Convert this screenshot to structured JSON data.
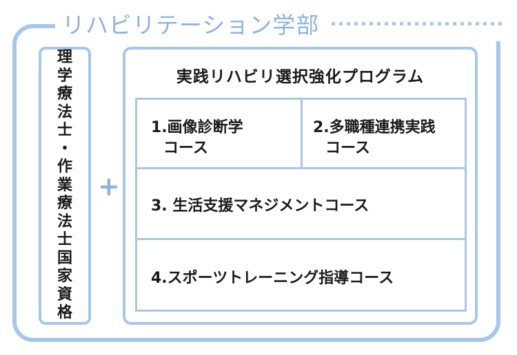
{
  "header": {
    "title": "リハビリテーション学部"
  },
  "qualification": {
    "lines": [
      "理",
      "学",
      "療",
      "法",
      "士",
      "・",
      "作",
      "業",
      "療",
      "法",
      "士",
      "国",
      "家",
      "資",
      "格"
    ]
  },
  "plus_sign": "+",
  "program": {
    "title": "実践リハビリ選択強化プログラム",
    "courses": [
      {
        "line1": "1.画像診断学",
        "line2": "コース"
      },
      {
        "line1": "2.多職種連携実践",
        "line2": "コース"
      },
      {
        "line1": "3. 生活支援マネジメントコース"
      },
      {
        "line1": "4.スポーツトレーニング指導コース"
      }
    ]
  },
  "colors": {
    "accent": "#a9c6e8",
    "title": "#8fb3df",
    "text": "#1a1a1a"
  }
}
